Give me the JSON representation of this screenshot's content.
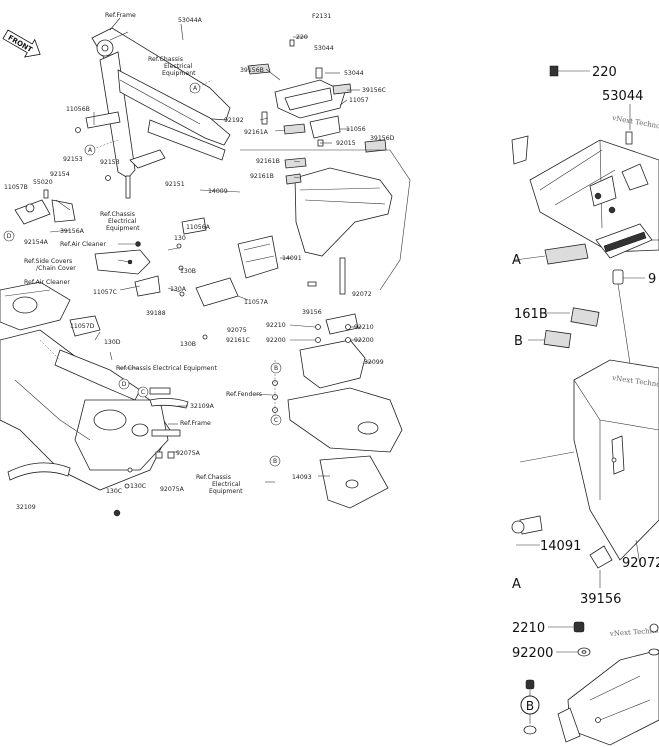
{
  "figure_code": "F2131",
  "front_label": "FRONT",
  "main_labels": [
    {
      "id": "ref-frame-top",
      "text": "Ref.Frame"
    },
    {
      "id": "p53044a",
      "text": "53044A"
    },
    {
      "id": "p220",
      "text": "220"
    },
    {
      "id": "p53044",
      "text": "53044"
    },
    {
      "id": "ref-chassis-top",
      "text": "Ref.Chassis"
    },
    {
      "id": "ref-chassis-top2",
      "text": "Electrical"
    },
    {
      "id": "ref-chassis-top3",
      "text": "Equipment"
    },
    {
      "id": "p39156b",
      "text": "39156B"
    },
    {
      "id": "p53044b",
      "text": "53044"
    },
    {
      "id": "p39156c",
      "text": "39156C"
    },
    {
      "id": "p11057",
      "text": "11057"
    },
    {
      "id": "p92192",
      "text": "92192"
    },
    {
      "id": "p92161a",
      "text": "92161A"
    },
    {
      "id": "p11056",
      "text": "11056"
    },
    {
      "id": "p92015",
      "text": "92015"
    },
    {
      "id": "p39156d",
      "text": "39156D"
    },
    {
      "id": "p11056b",
      "text": "11056B"
    },
    {
      "id": "p92153a",
      "text": "92153"
    },
    {
      "id": "p92153b",
      "text": "92153"
    },
    {
      "id": "p92161b",
      "text": "92161B"
    },
    {
      "id": "p92161b2",
      "text": "92161B"
    },
    {
      "id": "p92151",
      "text": "92151"
    },
    {
      "id": "p14009",
      "text": "14009"
    },
    {
      "id": "p11057b",
      "text": "11057B"
    },
    {
      "id": "p55020",
      "text": "55020"
    },
    {
      "id": "p92154",
      "text": "92154"
    },
    {
      "id": "p39156a",
      "text": "39156A"
    },
    {
      "id": "p92154a",
      "text": "92154A"
    },
    {
      "id": "ref-chassis-mid",
      "text": "Ref.Chassis"
    },
    {
      "id": "ref-chassis-mid2",
      "text": "Electrical"
    },
    {
      "id": "ref-chassis-mid3",
      "text": "Equipment"
    },
    {
      "id": "p11056a",
      "text": "11056A"
    },
    {
      "id": "p130a",
      "text": "130"
    },
    {
      "id": "p130b",
      "text": "130B"
    },
    {
      "id": "ref-air1",
      "text": "Ref.Air Cleaner"
    },
    {
      "id": "ref-side",
      "text": "Ref.Side Covers"
    },
    {
      "id": "ref-chain",
      "text": "/Chain Cover"
    },
    {
      "id": "ref-air2",
      "text": "Ref.Air Cleaner"
    },
    {
      "id": "p11057c",
      "text": "11057C"
    },
    {
      "id": "p39188",
      "text": "39188"
    },
    {
      "id": "p130a2",
      "text": "130A"
    },
    {
      "id": "p14091",
      "text": "14091"
    },
    {
      "id": "p11057a",
      "text": "11057A"
    },
    {
      "id": "p92072",
      "text": "92072"
    },
    {
      "id": "p39156",
      "text": "39156"
    },
    {
      "id": "p92075",
      "text": "92075"
    },
    {
      "id": "p130b2",
      "text": "130B"
    },
    {
      "id": "p92161c",
      "text": "92161C"
    },
    {
      "id": "p92210a",
      "text": "92210"
    },
    {
      "id": "p92210b",
      "text": "92210"
    },
    {
      "id": "p92200a",
      "text": "92200"
    },
    {
      "id": "p92200b",
      "text": "92200"
    },
    {
      "id": "p11057d",
      "text": "11057D"
    },
    {
      "id": "p130d",
      "text": "130D"
    },
    {
      "id": "ref-chassis-low",
      "text": "Ref.Chassis Electrical Equipment"
    },
    {
      "id": "p32099",
      "text": "32099"
    },
    {
      "id": "ref-fenders",
      "text": "Ref.Fenders"
    },
    {
      "id": "p32109a",
      "text": "32109A"
    },
    {
      "id": "ref-frame-low",
      "text": "Ref.Frame"
    },
    {
      "id": "p92075a",
      "text": "92075A"
    },
    {
      "id": "p92075a2",
      "text": "92075A"
    },
    {
      "id": "ref-chassis-bot",
      "text": "Ref.Chassis"
    },
    {
      "id": "ref-chassis-bot2",
      "text": "Electrical"
    },
    {
      "id": "ref-chassis-bot3",
      "text": "Equipment"
    },
    {
      "id": "p14093",
      "text": "14093"
    },
    {
      "id": "p130c",
      "text": "130C"
    },
    {
      "id": "p130c2",
      "text": "130C"
    },
    {
      "id": "p32109",
      "text": "32109"
    }
  ],
  "callouts": [
    "A",
    "A",
    "B",
    "B",
    "C",
    "C",
    "D",
    "D"
  ],
  "zoom_labels": [
    {
      "id": "z220",
      "text": "220"
    },
    {
      "id": "z53044",
      "text": "53044"
    },
    {
      "id": "z161b",
      "text": "161B"
    },
    {
      "id": "zB",
      "text": "B"
    },
    {
      "id": "z14091",
      "text": "14091"
    },
    {
      "id": "z92072",
      "text": "92072"
    },
    {
      "id": "z39156",
      "text": "39156"
    },
    {
      "id": "z2210",
      "text": "2210"
    },
    {
      "id": "z92200",
      "text": "92200"
    },
    {
      "id": "z9",
      "text": "9"
    },
    {
      "id": "zA",
      "text": "A"
    }
  ],
  "zoom_callout": "B",
  "watermark": "vNext Technology"
}
